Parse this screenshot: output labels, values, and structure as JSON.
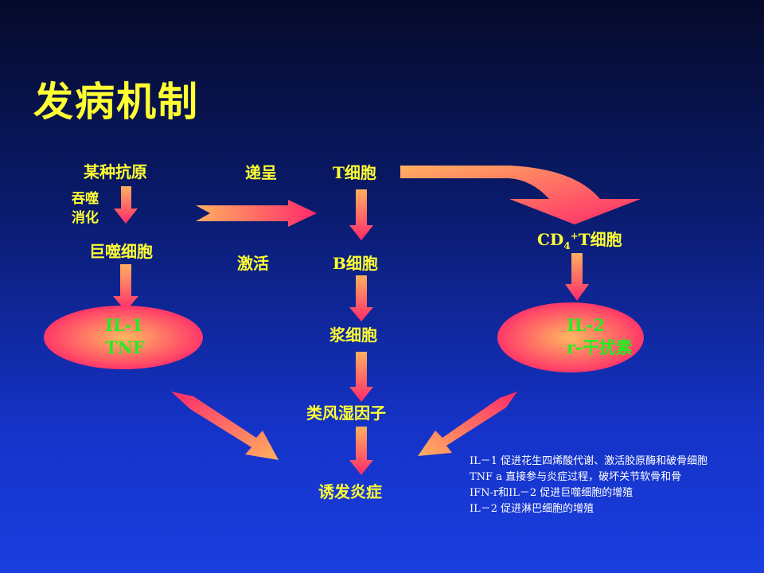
{
  "title": "发病机制",
  "nodes": {
    "antigen": "某种抗原",
    "phagocytose": [
      "吞噬",
      "消化"
    ],
    "macrophage": "巨噬细胞",
    "present": "递呈",
    "activate": "激活",
    "t_cell": "T细胞",
    "b_cell": "B细胞",
    "plasma_cell": "浆细胞",
    "rheumatoid_factor": "类风湿因子",
    "inflammation": "诱发炎症",
    "cd4_prefix": "CD",
    "cd4_sub": "4",
    "cd4_sup": "+",
    "cd4_suffix": "T细胞"
  },
  "ellipses": {
    "left": [
      "IL-1",
      "TNF"
    ],
    "right": [
      "IL-2",
      "r-干扰素"
    ]
  },
  "notes": [
    "IL－1 促进花生四烯酸代谢、激活胶原酶和破骨细胞",
    "TNF a 直接参与炎症过程，破坏关节软骨和骨",
    "IFN-r和IL－2 促进巨噬细胞的增殖",
    "IL－2 促进淋巴细胞的增殖"
  ],
  "colors": {
    "title": "#ffff33",
    "label": "#ffff33",
    "ellipse_text": "#22ee22",
    "arrow_start": "#ff2a6a",
    "arrow_end": "#ffb060",
    "notes": "#ffffff"
  }
}
